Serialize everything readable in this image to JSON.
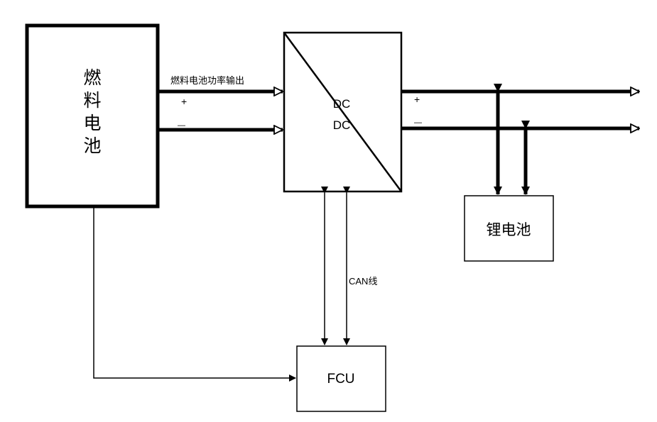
{
  "blocks": {
    "fuel_cell": {
      "label_chars": [
        "燃",
        "料",
        "电",
        "池"
      ]
    },
    "dcdc": {
      "label_top": "DC",
      "label_bottom": "DC"
    },
    "lithium_battery": {
      "label": "锂电池"
    },
    "fcu": {
      "label": "FCU"
    }
  },
  "connections": {
    "fuel_cell_output_label": "燃料电池功率输出",
    "input_plus_sign": "+",
    "input_minus_sign": "—",
    "output_plus_sign": "+",
    "output_minus_sign": "—",
    "can_bus_label": "CAN线"
  }
}
